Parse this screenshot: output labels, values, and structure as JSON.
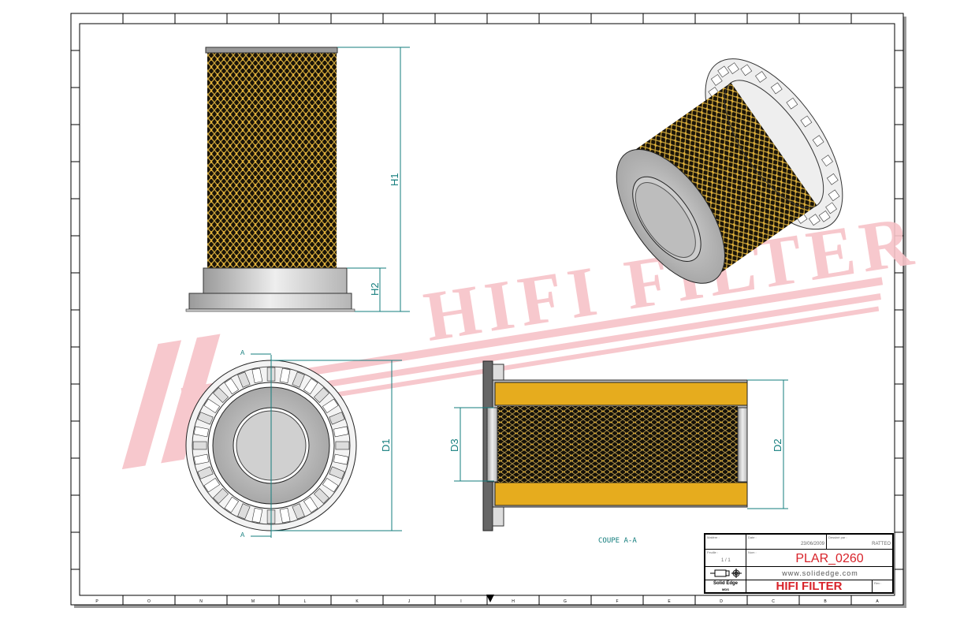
{
  "drawing": {
    "watermark": "HIFI FILTER",
    "section_caption": "COUPE A-A",
    "section_marker": "A",
    "dimensions": {
      "h1": "H1",
      "h2": "H2",
      "d1": "D1",
      "d2": "D2",
      "d3": "D3"
    },
    "colors": {
      "dimension": "#137d7d",
      "filter_media": "#e6ac1e",
      "watermark": "#f7c3c8",
      "brand": "#d8232a"
    }
  },
  "border": {
    "bottom_zones": [
      "P",
      "O",
      "N",
      "M",
      "L",
      "K",
      "J",
      "I",
      "H",
      "G",
      "F",
      "E",
      "D",
      "C",
      "B",
      "A"
    ]
  },
  "title_block": {
    "material_label": "Matière :",
    "date_label": "Date :",
    "date": "23/06/2009",
    "drawn_by_label": "Dessiné par :",
    "drawn_by": "RATTEO",
    "sheet_label": "Feuille :",
    "sheet": "1 / 1",
    "name_label": "Nom :",
    "name": "PLAR_0260",
    "website": "www.solidedge.com",
    "software": "Solid Edge",
    "software_sub": "MDS",
    "company": "HIFI FILTER",
    "rev_label": "Rev :"
  }
}
